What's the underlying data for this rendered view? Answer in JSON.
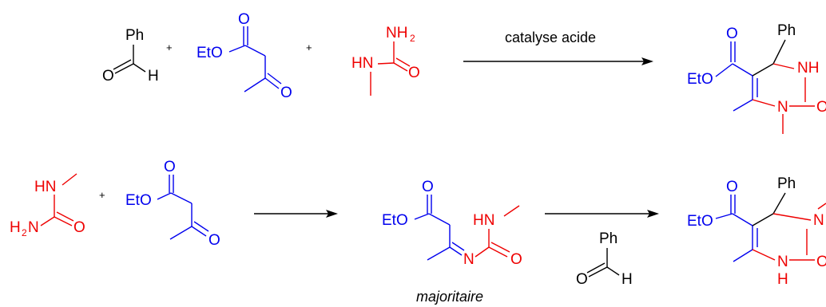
{
  "colors": {
    "reactant_black": "#000000",
    "ketoester_blue": "#0000ee",
    "urea_red": "#ee0000"
  },
  "top_row": {
    "benzaldehyde": {
      "ph": "Ph",
      "o": "O",
      "h": "H"
    },
    "plus_1": "+",
    "ketoester": {
      "o": "O",
      "eto": "EtO",
      "o2": "O"
    },
    "plus_2": "+",
    "urea": {
      "nh": "NH",
      "nh_sub": "2",
      "hn": "HN",
      "o": "O"
    },
    "arrow_label": "catalyse acide",
    "product": {
      "o": "O",
      "eto": "EtO",
      "ph": "Ph",
      "nh": "NH",
      "n": "N",
      "o2": "O"
    }
  },
  "bottom_row": {
    "urea": {
      "hn": "HN",
      "h": "H",
      "h_sub": "2",
      "n": "N",
      "o": "O"
    },
    "plus": "+",
    "ketoester": {
      "o": "O",
      "eto": "EtO",
      "o2": "O"
    },
    "intermediate": {
      "o": "O",
      "eto": "EtO",
      "hn": "HN",
      "n": "N",
      "o2": "O"
    },
    "intermediate_caption": "majoritaire",
    "benzaldehyde": {
      "ph": "Ph",
      "o": "O",
      "h": "H"
    },
    "product": {
      "o": "O",
      "eto": "EtO",
      "ph": "Ph",
      "n": "N",
      "nh_n": "N",
      "nh_h": "H",
      "o2": "O"
    }
  }
}
